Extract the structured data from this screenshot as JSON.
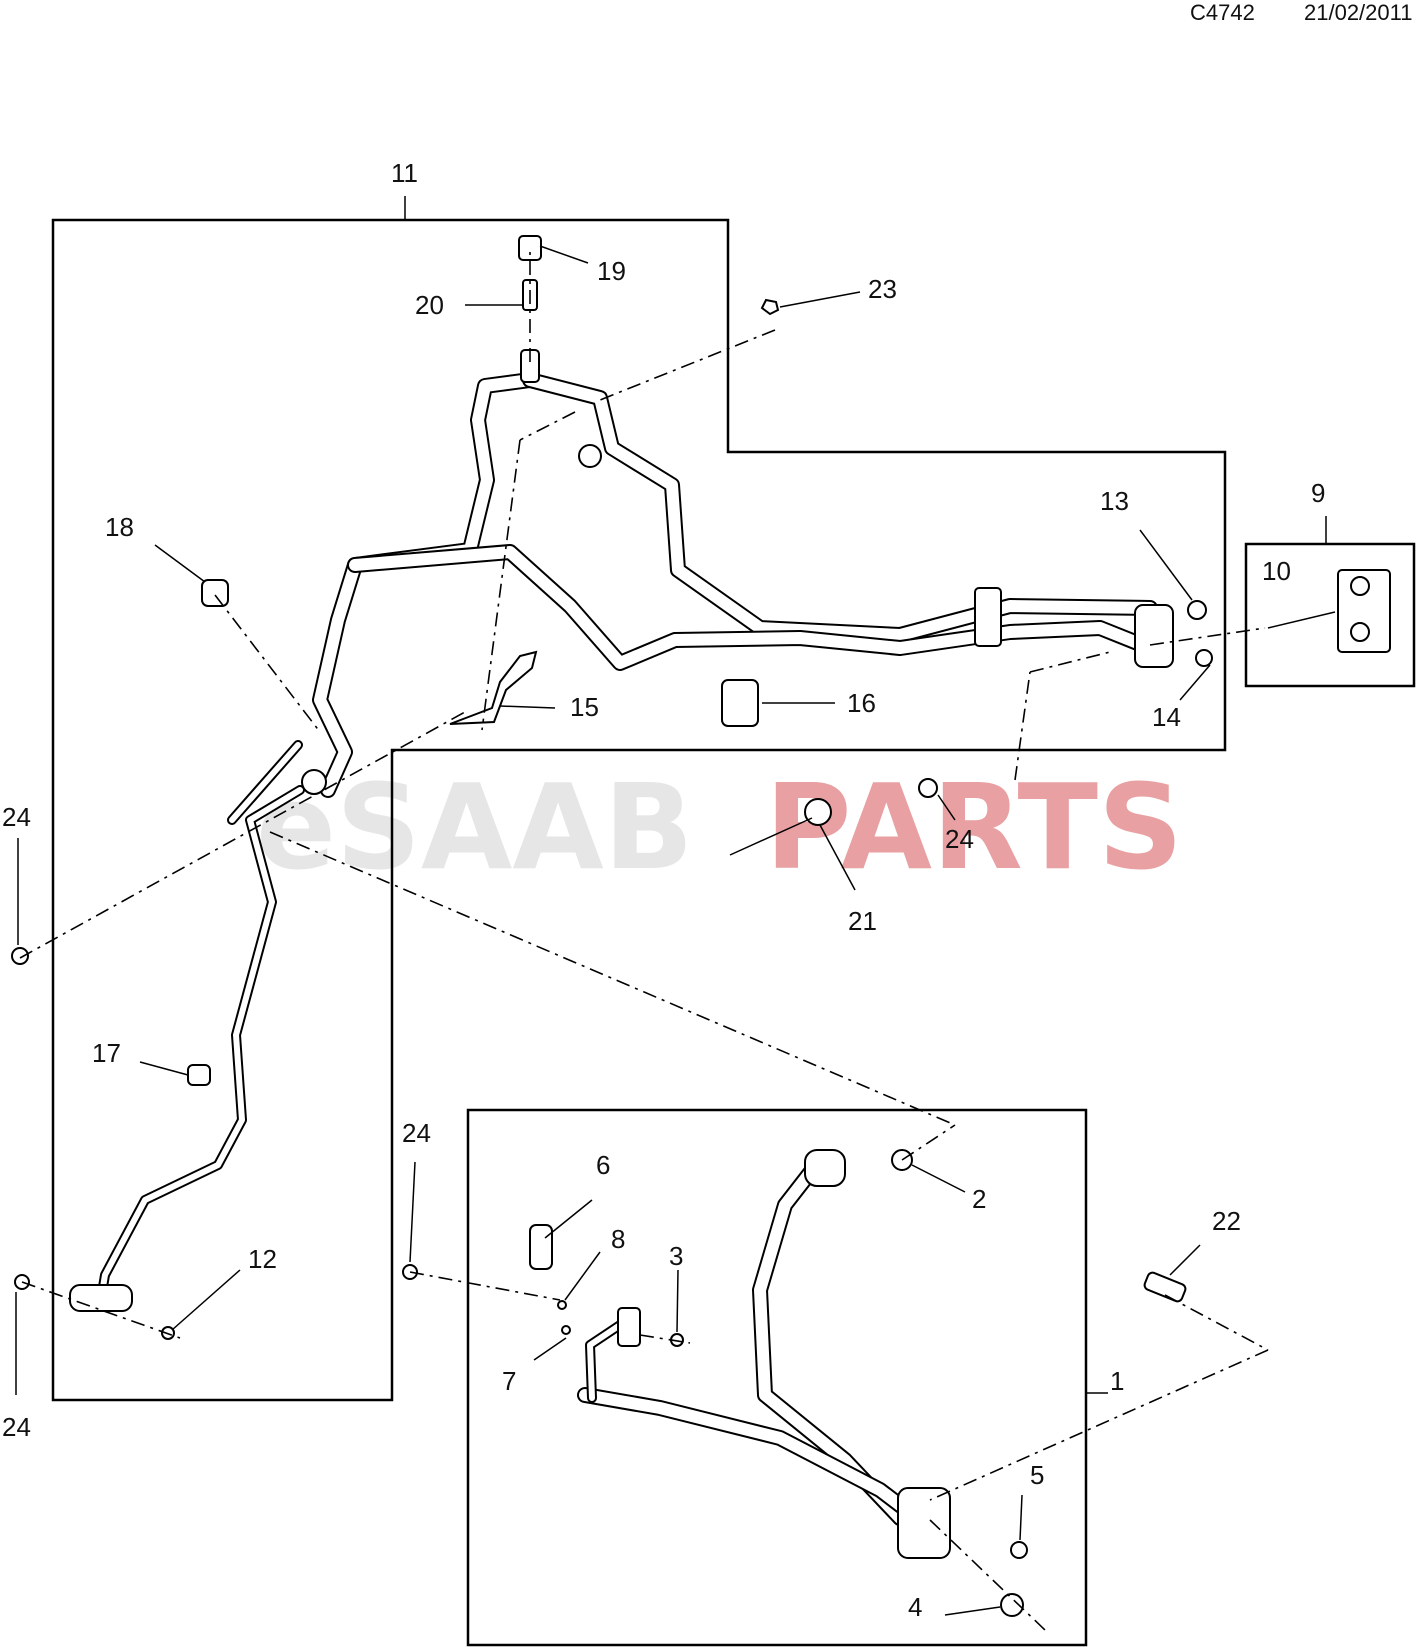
{
  "header": {
    "code": "C4742",
    "date": "21/02/2011"
  },
  "watermark": {
    "part1": "eSAAB",
    "part2": "PARTS",
    "color1": "#e6e6e6",
    "color2": "#e8a0a3"
  },
  "callouts": {
    "c1": "1",
    "c2": "2",
    "c3": "3",
    "c4": "4",
    "c5": "5",
    "c6": "6",
    "c7": "7",
    "c8": "8",
    "c9": "9",
    "c10": "10",
    "c11": "11",
    "c12": "12",
    "c13": "13",
    "c14": "14",
    "c15": "15",
    "c16": "16",
    "c17": "17",
    "c18": "18",
    "c19": "19",
    "c20": "20",
    "c21": "21",
    "c22": "22",
    "c23": "23",
    "c24a": "24",
    "c24b": "24",
    "c24c": "24",
    "c24d": "24"
  }
}
